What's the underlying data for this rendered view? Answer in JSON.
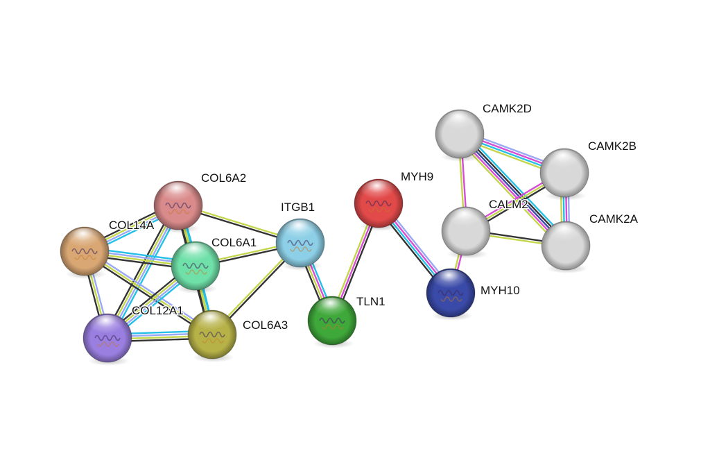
{
  "network": {
    "nodes": [
      {
        "id": "COL6A2",
        "label": "COL6A2",
        "color": "#d98a8a",
        "structure": true
      },
      {
        "id": "COL14A1",
        "label": "COL14A",
        "color": "#d9a774",
        "structure": true
      },
      {
        "id": "COL6A1",
        "label": "COL6A1",
        "color": "#6fe0a8",
        "structure": true
      },
      {
        "id": "COL12A1",
        "label": "COL12A1",
        "color": "#9a7fe0",
        "structure": true
      },
      {
        "id": "COL6A3",
        "label": "COL6A3",
        "color": "#b7b248",
        "structure": true
      },
      {
        "id": "ITGB1",
        "label": "ITGB1",
        "color": "#8ccfe6",
        "structure": true
      },
      {
        "id": "TLN1",
        "label": "TLN1",
        "color": "#3fa83a",
        "structure": true
      },
      {
        "id": "MYH9",
        "label": "MYH9",
        "color": "#e24a4a",
        "structure": true
      },
      {
        "id": "MYH10",
        "label": "MYH10",
        "color": "#3a4aa8",
        "structure": true
      },
      {
        "id": "CAMK2D",
        "label": "CAMK2D",
        "color": "#d8d8d8",
        "structure": false
      },
      {
        "id": "CAMK2B",
        "label": "CAMK2B",
        "color": "#d8d8d8",
        "structure": false
      },
      {
        "id": "CALM2",
        "label": "CALM2",
        "color": "#d8d8d8",
        "structure": false
      },
      {
        "id": "CAMK2A",
        "label": "CAMK2A",
        "color": "#d8d8d8",
        "structure": false
      }
    ],
    "edges": [
      {
        "source": "COL6A2",
        "target": "COL14A1",
        "evidence": [
          "#25c0e8",
          "#9aa9f5",
          "#c4d64c",
          "#333333"
        ]
      },
      {
        "source": "COL6A2",
        "target": "COL6A1",
        "evidence": [
          "#25c0e8",
          "#c4d64c",
          "#333333"
        ]
      },
      {
        "source": "COL6A2",
        "target": "COL12A1",
        "evidence": [
          "#25c0e8",
          "#9aa9f5",
          "#c4d64c",
          "#333333"
        ]
      },
      {
        "source": "COL6A2",
        "target": "COL6A3",
        "evidence": [
          "#25c0e8",
          "#c4d64c",
          "#333333"
        ]
      },
      {
        "source": "COL6A2",
        "target": "ITGB1",
        "evidence": [
          "#c4d64c",
          "#333333"
        ]
      },
      {
        "source": "COL14A1",
        "target": "COL6A1",
        "evidence": [
          "#25c0e8",
          "#9aa9f5",
          "#c4d64c",
          "#333333"
        ]
      },
      {
        "source": "COL14A1",
        "target": "COL12A1",
        "evidence": [
          "#9aa9f5",
          "#c4d64c",
          "#333333"
        ]
      },
      {
        "source": "COL14A1",
        "target": "COL6A3",
        "evidence": [
          "#9aa9f5",
          "#c4d64c",
          "#333333"
        ]
      },
      {
        "source": "COL6A1",
        "target": "COL12A1",
        "evidence": [
          "#25c0e8",
          "#9aa9f5",
          "#c4d64c",
          "#333333"
        ]
      },
      {
        "source": "COL6A1",
        "target": "COL6A3",
        "evidence": [
          "#25c0e8",
          "#c4d64c",
          "#333333"
        ]
      },
      {
        "source": "COL6A1",
        "target": "ITGB1",
        "evidence": [
          "#c4d64c",
          "#333333"
        ]
      },
      {
        "source": "COL12A1",
        "target": "COL6A3",
        "evidence": [
          "#25c0e8",
          "#9aa9f5",
          "#c4d64c",
          "#333333"
        ]
      },
      {
        "source": "COL6A3",
        "target": "ITGB1",
        "evidence": [
          "#c4d64c",
          "#333333"
        ]
      },
      {
        "source": "ITGB1",
        "target": "TLN1",
        "evidence": [
          "#25c0e8",
          "#d64ed6",
          "#c4d64c",
          "#333333"
        ]
      },
      {
        "source": "TLN1",
        "target": "MYH9",
        "evidence": [
          "#c4d64c",
          "#d64ed6",
          "#333333"
        ]
      },
      {
        "source": "MYH9",
        "target": "MYH10",
        "evidence": [
          "#9aa9f5",
          "#d64ed6",
          "#25c0e8",
          "#333333"
        ]
      },
      {
        "source": "MYH10",
        "target": "CALM2",
        "evidence": [
          "#c4d64c",
          "#d64ed6"
        ]
      },
      {
        "source": "CAMK2D",
        "target": "CAMK2B",
        "evidence": [
          "#9aa9f5",
          "#d64ed6",
          "#25c0e8",
          "#c4d64c"
        ]
      },
      {
        "source": "CAMK2D",
        "target": "CAMK2A",
        "evidence": [
          "#25c0e8",
          "#333333",
          "#3a4aa8",
          "#d64ed6",
          "#c4d64c"
        ]
      },
      {
        "source": "CAMK2D",
        "target": "CALM2",
        "evidence": [
          "#d64ed6",
          "#c4d64c"
        ]
      },
      {
        "source": "CAMK2B",
        "target": "CAMK2A",
        "evidence": [
          "#9aa9f5",
          "#d64ed6",
          "#25c0e8",
          "#c4d64c"
        ]
      },
      {
        "source": "CAMK2B",
        "target": "CALM2",
        "evidence": [
          "#333333",
          "#c4d64c",
          "#d64ed6"
        ]
      },
      {
        "source": "CALM2",
        "target": "CAMK2A",
        "evidence": [
          "#333333",
          "#c4d64c"
        ]
      }
    ]
  }
}
